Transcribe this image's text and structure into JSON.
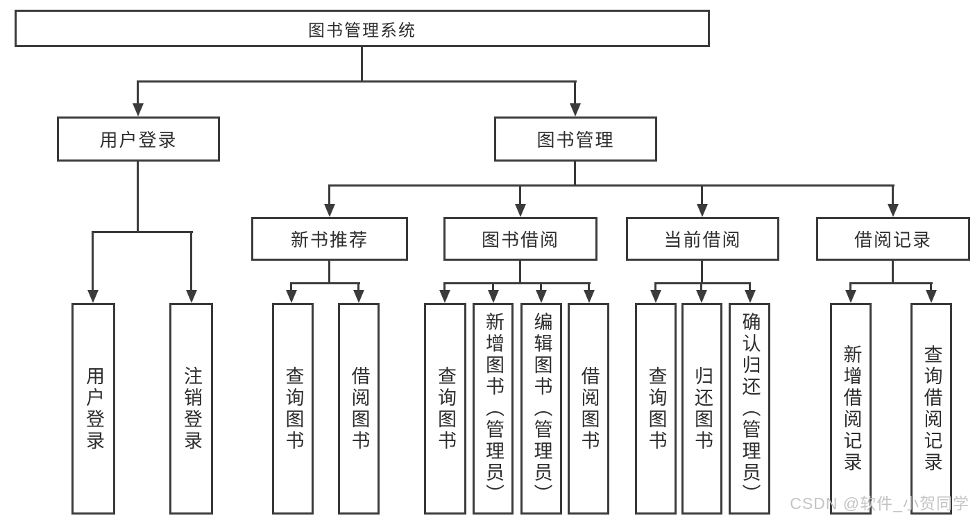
{
  "diagram": {
    "root": {
      "label": "图书管理系统"
    },
    "level1": [
      {
        "label": "用户登录"
      },
      {
        "label": "图书管理"
      }
    ],
    "level2": [
      {
        "label": "新书推荐"
      },
      {
        "label": "图书借阅"
      },
      {
        "label": "当前借阅"
      },
      {
        "label": "借阅记录"
      }
    ],
    "leaves": {
      "user_login": [
        "用户登录",
        "注销登录"
      ],
      "new_book_recommend": [
        "查询图书",
        "借阅图书"
      ],
      "book_borrow": [
        "查询图书",
        "新增图书（管理员）",
        "编辑图书（管理员）",
        "借阅图书"
      ],
      "current_borrow": [
        "查询图书",
        "归还图书",
        "确认归还（管理员）"
      ],
      "borrow_records": [
        "新增借阅记录",
        "查询借阅记录"
      ]
    },
    "colors": {
      "line": "#3b3b3b",
      "text": "#2e2e2e",
      "background": "#ffffff",
      "watermark": "#c4c4c4"
    }
  },
  "watermark": {
    "text": "CSDN @软件_小贺同学"
  }
}
